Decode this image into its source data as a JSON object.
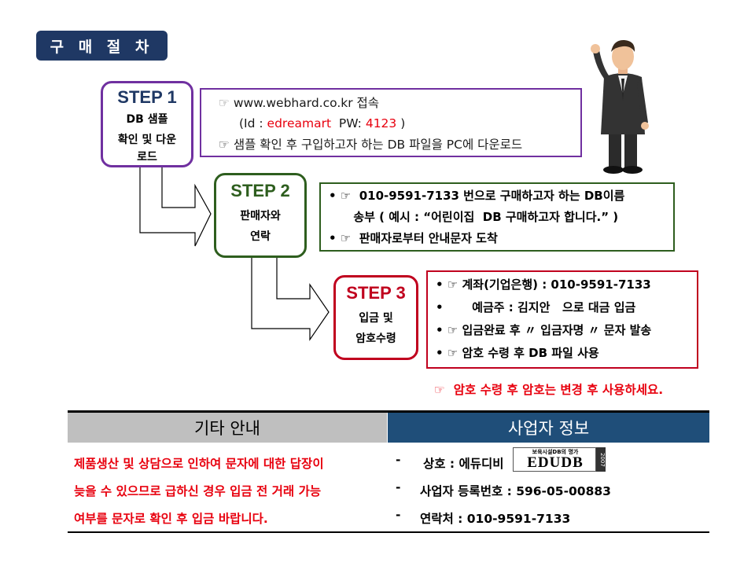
{
  "title": "구 매 절 차",
  "steps": [
    {
      "label": "STEP 1",
      "desc_lines": [
        "DB 샘플",
        "확인 및 다운",
        "로드"
      ],
      "color": "#7030a0",
      "info": {
        "line1_prefix": "☞ ",
        "line1_text": "www.webhard.co.kr 접속",
        "line2_prefix": "(Id : ",
        "line2_id": "edreamart",
        "line2_pw_label": "  PW: ",
        "line2_pw": "4123",
        "line2_suffix": " )",
        "line3": "☞ 샘플 확인 후 구입하고자 하는 DB 파일을 PC에 다운로드"
      }
    },
    {
      "label": "STEP 2",
      "desc_lines": [
        "판매자와",
        "연락"
      ],
      "color": "#2e5e1e",
      "info": {
        "lines": [
          "• ☞  010-9591-7133 번으로 구매하고자 하는 DB이름",
          "      송부 ( 예시 : “어린이집  DB 구매하고자 합니다.” )",
          "• ☞  판매자로부터 안내문자 도착"
        ]
      }
    },
    {
      "label": "STEP 3",
      "desc_lines": [
        "입금 및",
        "암호수령"
      ],
      "color": "#c0001e",
      "info": {
        "lines": [
          "• ☞ 계좌(기업은행) : 010-9591-7133",
          "•       예금주 : 김지안   으로 대금 입금",
          "• ☞ 입금완료 후 〃 입금자명 〃 문자 발송",
          "• ☞ 암호 수령 후 DB 파일 사용"
        ]
      }
    }
  ],
  "note": "☞  암호 수령 후 암호는 변경 후 사용하세요.",
  "table": {
    "left_header": "기타 안내",
    "right_header": "사업자 정보",
    "left_lines": [
      "제품생산 및 상담으로 인하여 문자에 대한 답장이",
      "늦을 수 있으므로 급하신 경우 입금 전 거래 가능",
      "여부를 문자로 확인 후 입금 바랍니다."
    ],
    "right_lines": [
      {
        "dash": "-",
        "text": "상호 : 에듀디비"
      },
      {
        "dash": "-",
        "text": "사업자 등록번호 : 596-05-00883"
      },
      {
        "dash": "-",
        "text": "연락처 : 010-9591-7133"
      }
    ],
    "logo": {
      "top": "보육시설DB의 명가",
      "main": "EDUDB",
      "side": "2007"
    }
  },
  "colors": {
    "navy": "#1f3864",
    "purple": "#7030a0",
    "green": "#2e5e1e",
    "red": "#c0001e",
    "accent_red": "#e8000e",
    "gray": "#bfbfbf",
    "blue": "#1f4e79"
  }
}
